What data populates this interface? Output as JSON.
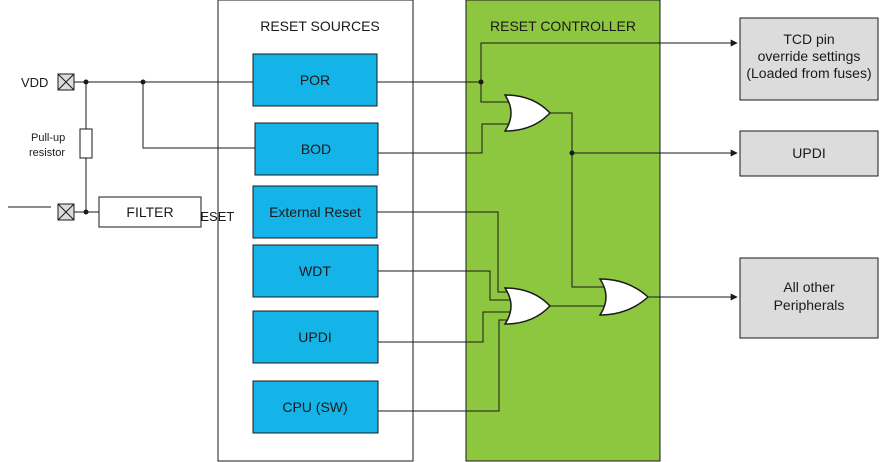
{
  "reset_sources": {
    "title": "RESET SOURCES",
    "por": "POR",
    "bod": "BOD",
    "external": "External Reset",
    "wdt": "WDT",
    "updi": "UPDI",
    "cpu": "CPU (SW)"
  },
  "reset_controller": {
    "title": "RESET CONTROLLER"
  },
  "pins": {
    "vdd": "VDD",
    "pullup_line1": "Pull-up",
    "pullup_line2": "resistor",
    "filter": "FILTER",
    "reset": "RESET"
  },
  "outputs": {
    "tcd_line1": "TCD pin",
    "tcd_line2": "override settings",
    "tcd_line3": "(Loaded from fuses)",
    "updi": "UPDI",
    "periph_line1": "All other",
    "periph_line2": "Peripherals"
  },
  "colors": {
    "source_block": "#14b4e8",
    "controller_bg": "#8dc63f",
    "output_block": "#dcdcdc",
    "line": "#1a1a1a"
  }
}
